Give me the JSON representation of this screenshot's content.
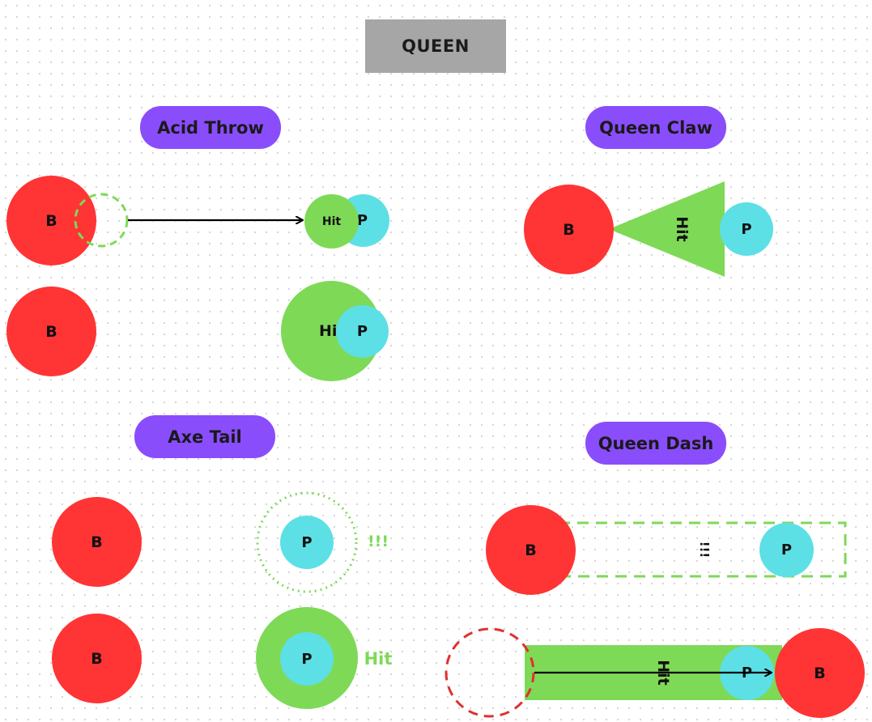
{
  "title": "QUEEN",
  "attacks": {
    "acid_throw": {
      "label": "Acid Throw",
      "boss": "B",
      "player": "P",
      "hit_small": "Hit",
      "hit_large": "Hi"
    },
    "queen_claw": {
      "label": "Queen Claw",
      "boss": "B",
      "player": "P",
      "hit": "Hit"
    },
    "axe_tail": {
      "label": "Axe Tail",
      "boss": "B",
      "player": "P",
      "warning": "!!!",
      "hit": "Hit"
    },
    "queen_dash": {
      "label": "Queen Dash",
      "boss": "B",
      "player": "P",
      "warning": "!!!",
      "hit": "Hit"
    }
  },
  "colors": {
    "boss": "#ff3434",
    "player": "#5ce0e6",
    "hit_zone": "#7ed957",
    "label_bg": "#8a4dfc",
    "title_bg": "#a6a6a6"
  }
}
